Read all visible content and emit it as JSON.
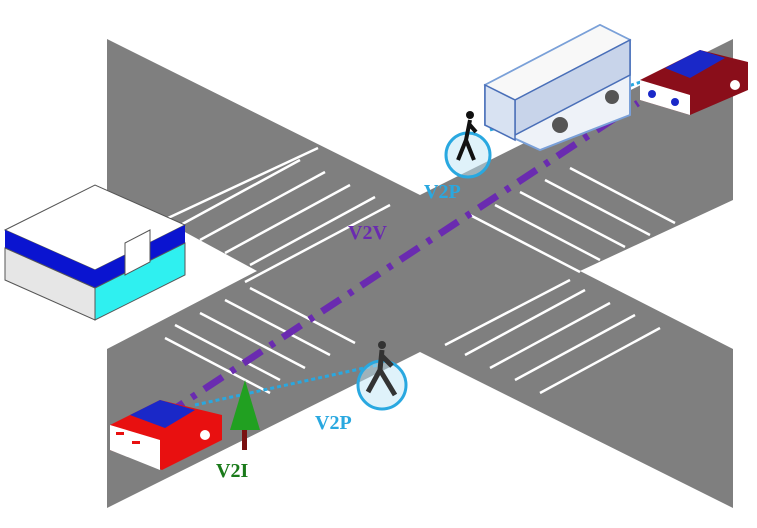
{
  "labels": {
    "v2v": "V2V",
    "v2p_top": "V2P",
    "v2p_bottom": "V2P",
    "v2i": "V2I"
  },
  "colors": {
    "road": "#7f7f7f",
    "v2v": "#6a2bb0",
    "v2p": "#29a8e0",
    "v2i": "#1a7a1a",
    "building_stripe": "#0a14d0",
    "building_glass": "#2ff0f0",
    "car_red": "#e81010",
    "car_maroon": "#8a0e1a"
  }
}
